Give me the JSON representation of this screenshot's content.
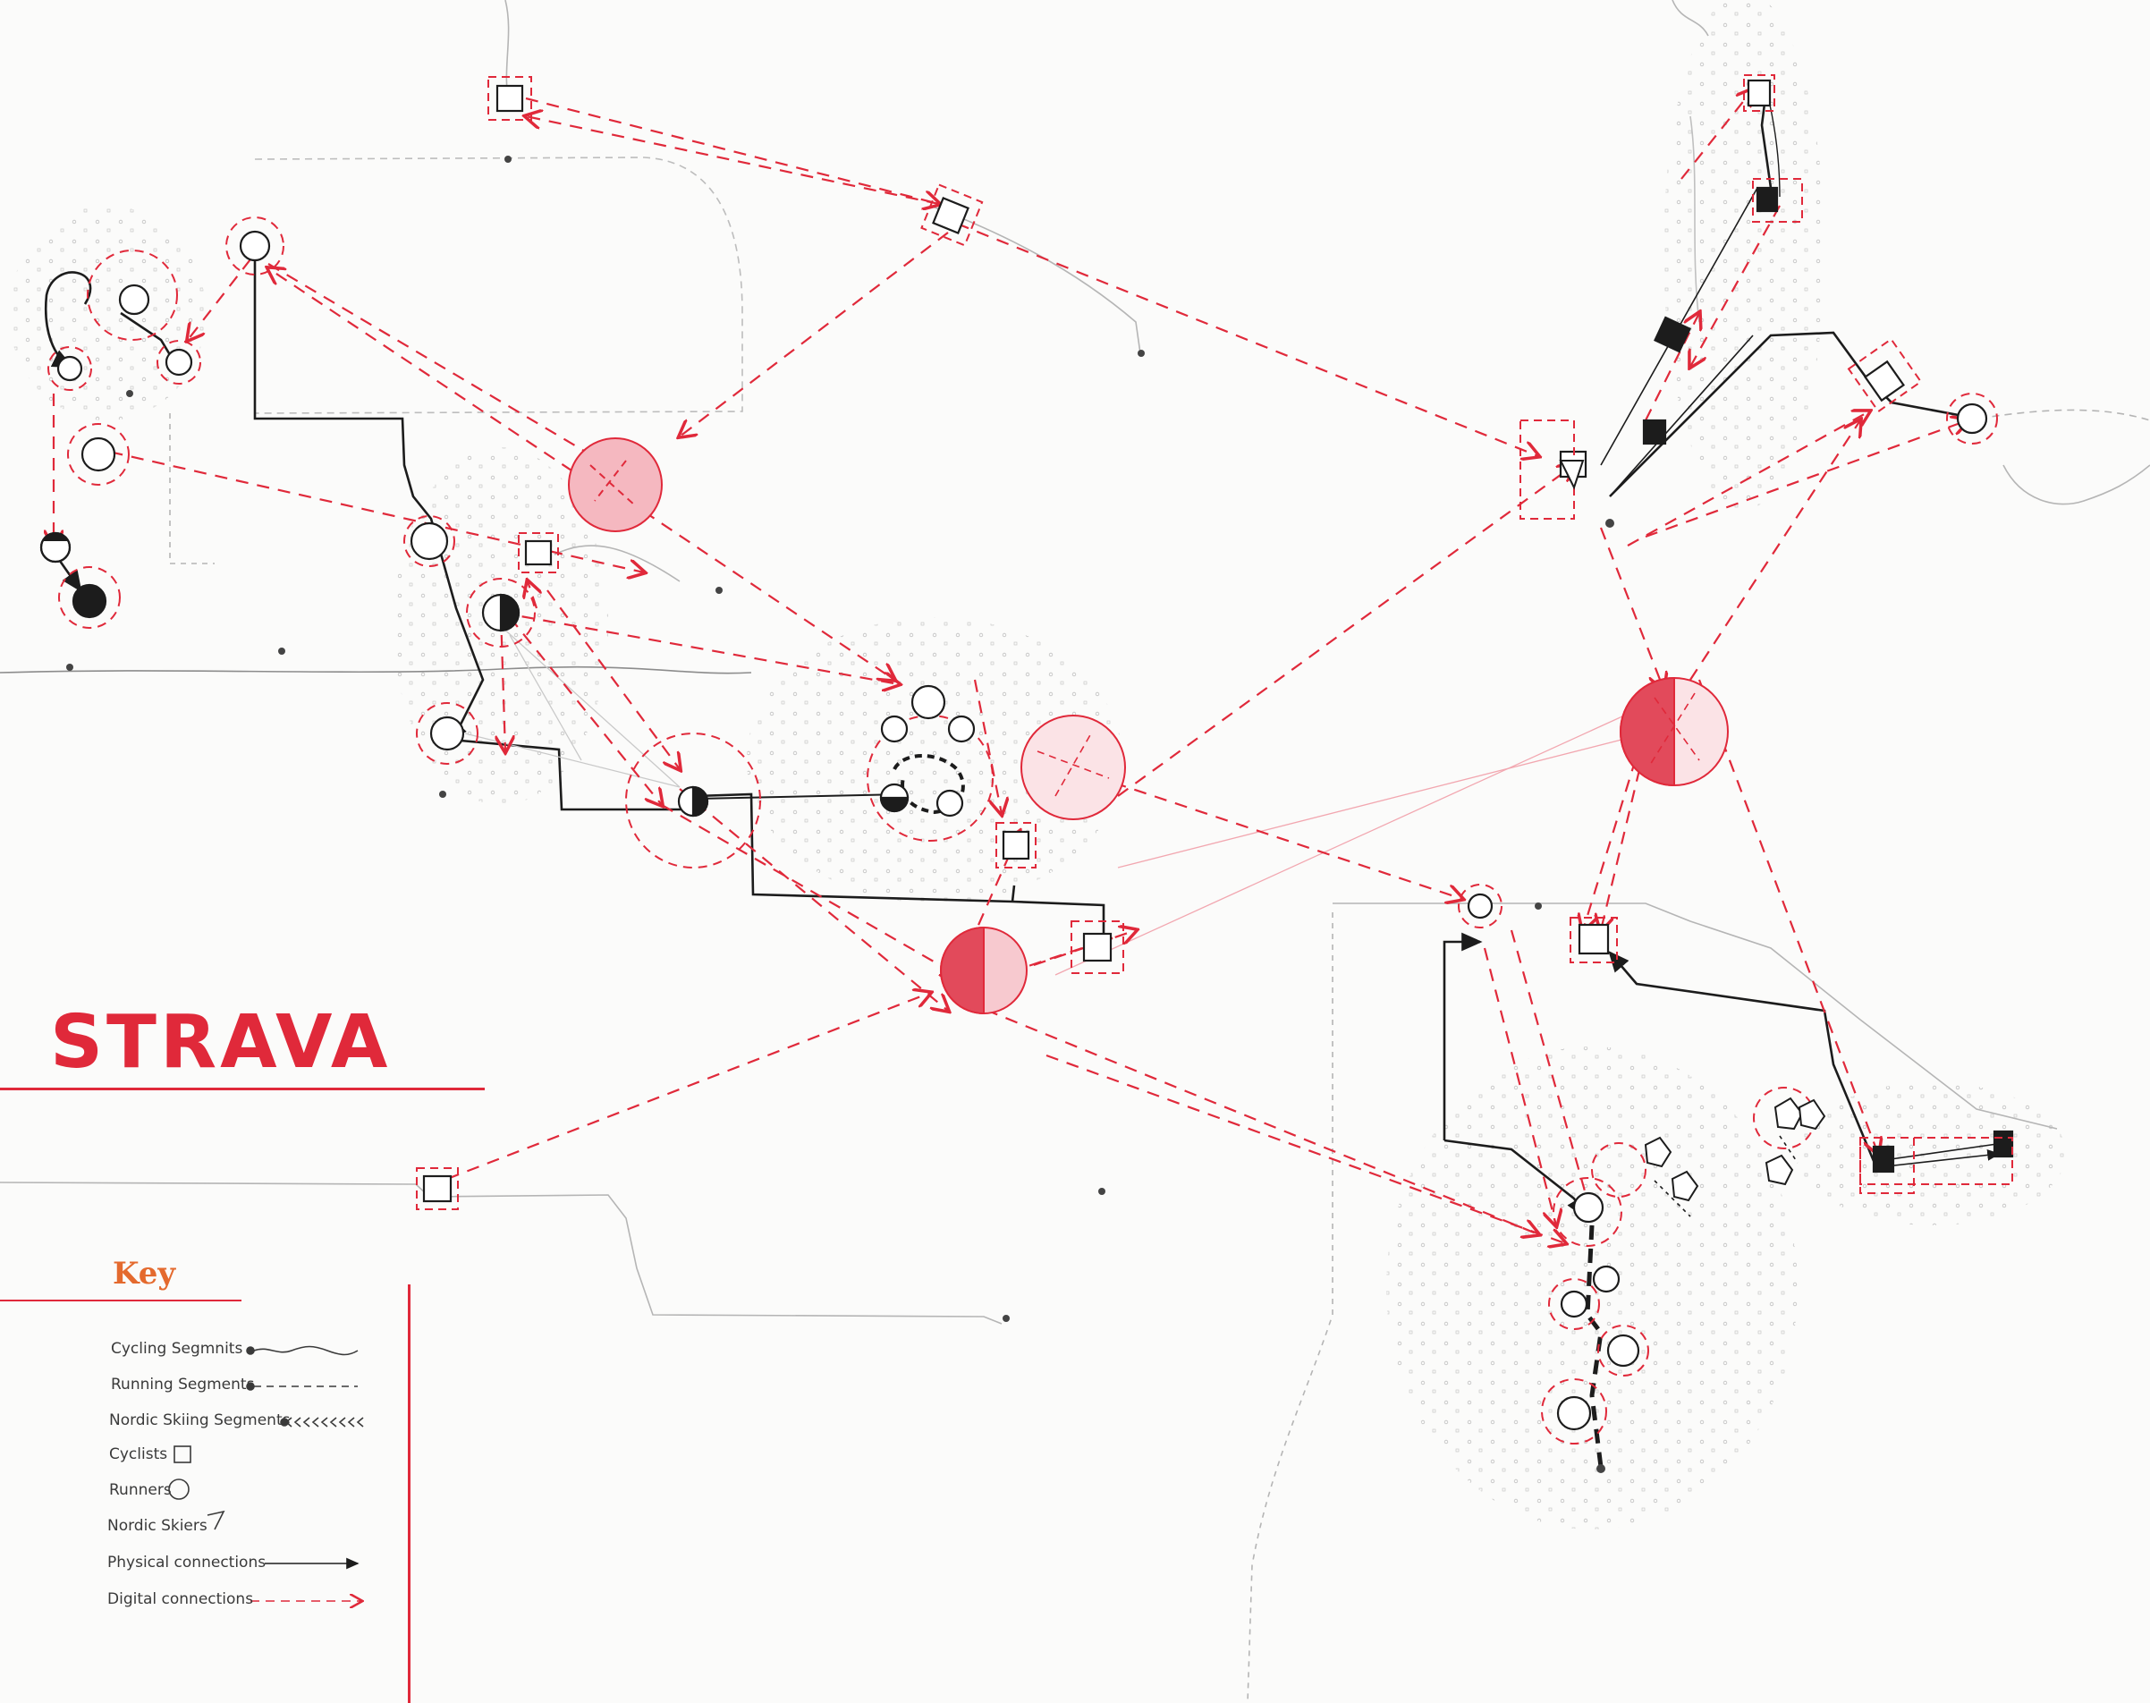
{
  "brand": {
    "name": "STRAVA",
    "color": "#e0293a"
  },
  "key": {
    "title": "Key",
    "items": [
      {
        "label": "Cycling Segmnits",
        "symbol": "cycling-segment"
      },
      {
        "label": "Running Segments",
        "symbol": "running-segment"
      },
      {
        "label": "Nordic Skiing Segments",
        "symbol": "nordic-segment"
      },
      {
        "label": "Cyclists",
        "symbol": "cyclist"
      },
      {
        "label": "Runners",
        "symbol": "runner"
      },
      {
        "label": "Nordic Skiers",
        "symbol": "nordic-skier"
      },
      {
        "label": "Physical connections",
        "symbol": "physical-connection"
      },
      {
        "label": "Digital connections",
        "symbol": "digital-connection"
      }
    ]
  },
  "colors": {
    "digital": "#e0293a",
    "physical": "#1c1c1c",
    "hub_fill": "#ef9aa6",
    "ink": "#2b2b2b",
    "pencil": "#9a9a9a"
  }
}
